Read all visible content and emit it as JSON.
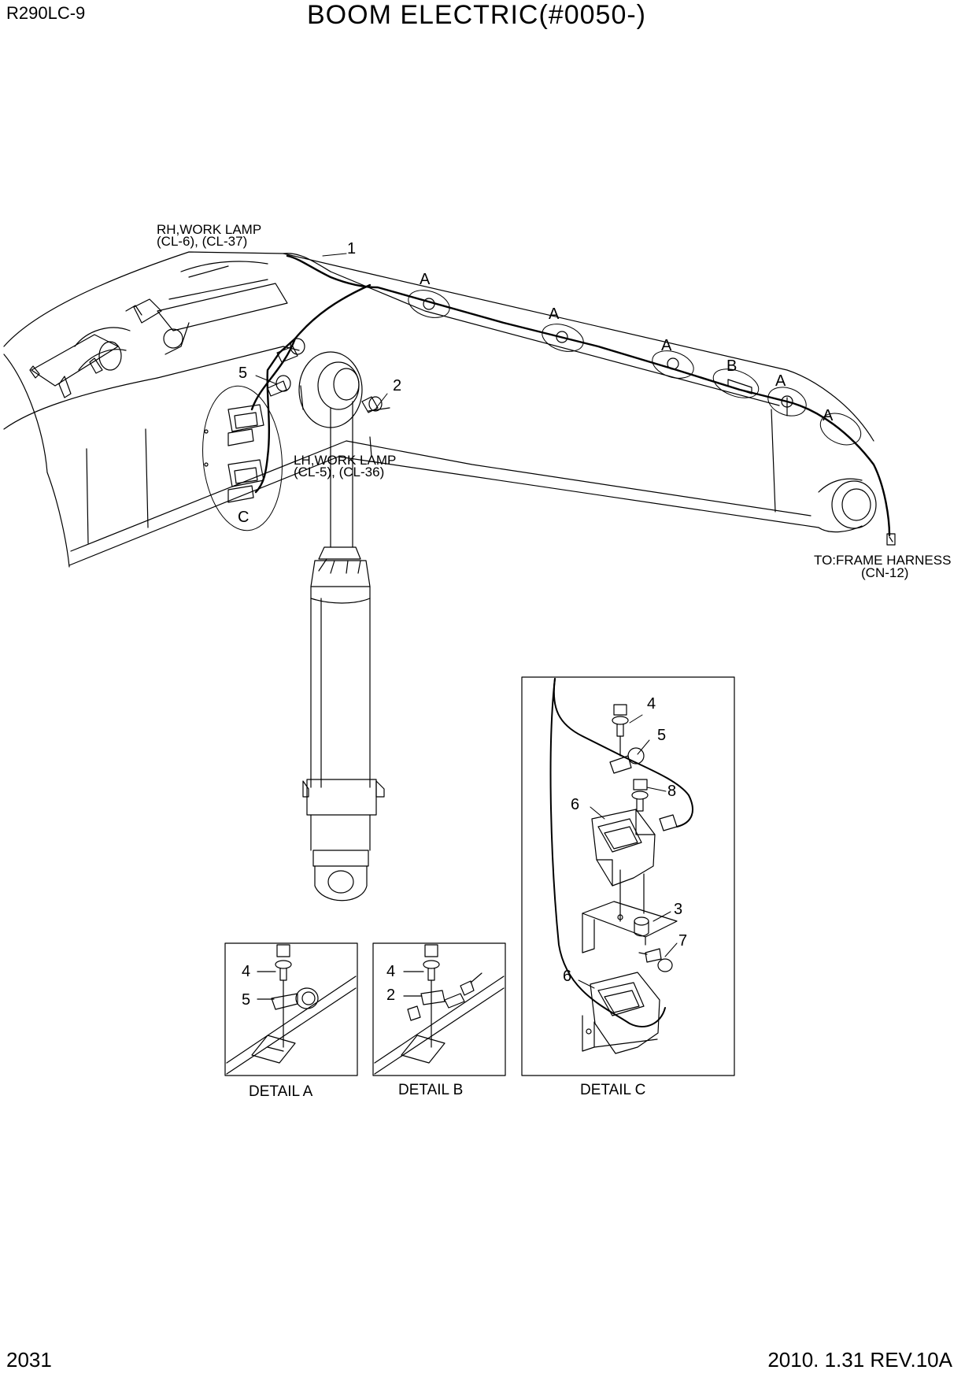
{
  "header": {
    "model": "R290LC-9",
    "title": "BOOM ELECTRIC(#0050-)"
  },
  "footer": {
    "page_number": "2031",
    "revision": "2010. 1.31  REV.10A"
  },
  "callouts": {
    "rh_lamp_line1": "RH,WORK LAMP",
    "rh_lamp_line2": "(CL-6), (CL-37)",
    "lh_lamp_line1": "LH,WORK LAMP",
    "lh_lamp_line2": "(CL-5), (CL-36)",
    "frame_line1": "TO:FRAME HARNESS",
    "frame_line2": "(CN-12)"
  },
  "part_numbers": [
    "1",
    "2",
    "3",
    "4",
    "5",
    "6",
    "7",
    "8"
  ],
  "detail_letters": [
    "A",
    "B",
    "C"
  ],
  "details": {
    "a": {
      "label": "DETAIL  A"
    },
    "b": {
      "label": "DETAIL  B"
    },
    "c": {
      "label": "DETAIL  C"
    }
  }
}
